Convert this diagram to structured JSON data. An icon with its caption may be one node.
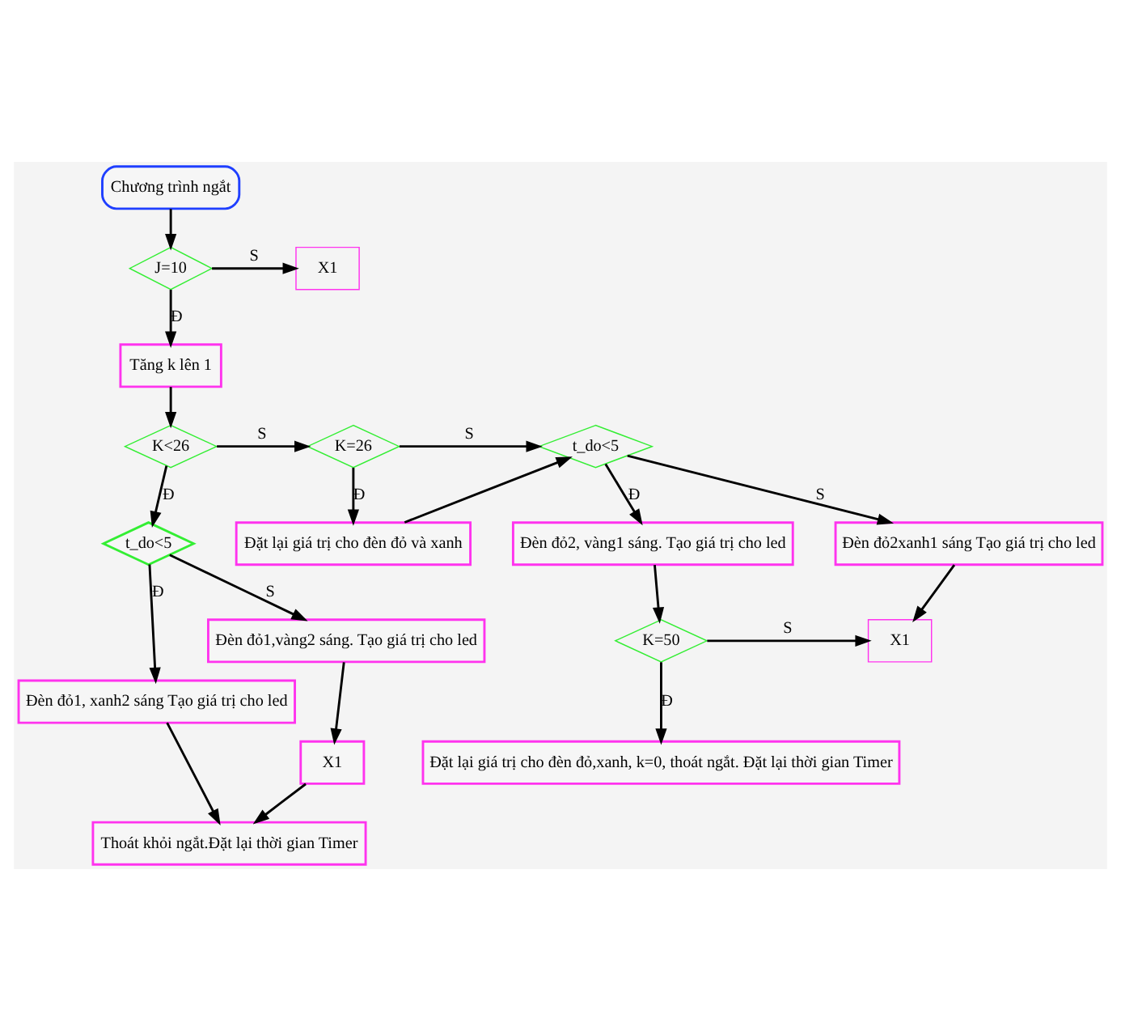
{
  "diagram": {
    "nodes": [
      {
        "text": [
          "Chương trình ngắt"
        ]
      },
      {
        "text": [
          "J=10"
        ]
      },
      {
        "text": [
          "X1"
        ]
      },
      {
        "text": [
          "Tăng k lên 1"
        ]
      },
      {
        "text": [
          "K<26"
        ]
      },
      {
        "text": [
          "K=26"
        ]
      },
      {
        "text": [
          "Đặt lại giá trị cho đèn đỏ và xanh"
        ]
      },
      {
        "text": [
          "t_do<5"
        ]
      },
      {
        "text": [
          "t_do<5"
        ]
      },
      {
        "text": [
          "Đèn đỏ2, vàng1 sáng. Tạo giá trị cho led"
        ]
      },
      {
        "text": [
          "Đèn đỏ2xanh1 sáng Tạo giá trị cho led"
        ]
      },
      {
        "text": [
          "Đèn đỏ1, xanh2 sáng Tạo giá trị cho led"
        ]
      },
      {
        "text": [
          "K=50"
        ]
      },
      {
        "text": [
          "X1"
        ]
      },
      {
        "text": [
          "Đèn đỏ1,vàng2 sáng. Tạo giá trị cho led"
        ]
      },
      {
        "text": [
          "Thoát khỏi ngắt.Đặt lại thời gian Timer"
        ]
      },
      {
        "text": [
          "Đặt lại giá trị cho đèn đỏ,xanh, k=0, thoát ngắt. Đặt lại thời gian Timer"
        ]
      },
      {
        "text": [
          "X1"
        ]
      }
    ],
    "edges": [
      {
        "from": 0,
        "to": 1,
        "arrow": "to"
      },
      {
        "from": 1,
        "to": 2,
        "arrow": "to",
        "label": "S"
      },
      {
        "from": 1,
        "to": 3,
        "arrow": "to",
        "label": "Đ"
      },
      {
        "from": 3,
        "to": 4,
        "arrow": "to"
      },
      {
        "from": 4,
        "to": 5,
        "arrow": "to",
        "label": "S"
      },
      {
        "from": 5,
        "to": 6,
        "arrow": "to",
        "label": "Đ"
      },
      {
        "from": 5,
        "to": 7,
        "arrow": "to",
        "label": "S"
      },
      {
        "from": 6,
        "to": 7,
        "arrow": "to"
      },
      {
        "from": 7,
        "to": 10,
        "arrow": "to",
        "label": "S"
      },
      {
        "from": 7,
        "to": 9,
        "arrow": "to",
        "label": "Đ"
      },
      {
        "from": 4,
        "to": 8,
        "arrow": "to",
        "label": "Đ"
      },
      {
        "from": 8,
        "to": 14,
        "arrow": "to",
        "label": "S"
      },
      {
        "from": 8,
        "to": 11,
        "arrow": "to",
        "label": "Đ"
      },
      {
        "from": 9,
        "to": 12,
        "arrow": "to"
      },
      {
        "from": 12,
        "to": 13,
        "arrow": "to",
        "label": "S"
      },
      {
        "from": 12,
        "to": 16,
        "arrow": "to",
        "label": "Đ"
      },
      {
        "from": 10,
        "to": 13,
        "arrow": "to"
      },
      {
        "from": 11,
        "to": 15,
        "arrow": "to"
      },
      {
        "from": 14,
        "to": 17,
        "arrow": "to"
      },
      {
        "from": 17,
        "to": 15,
        "arrow": "to"
      }
    ]
  }
}
